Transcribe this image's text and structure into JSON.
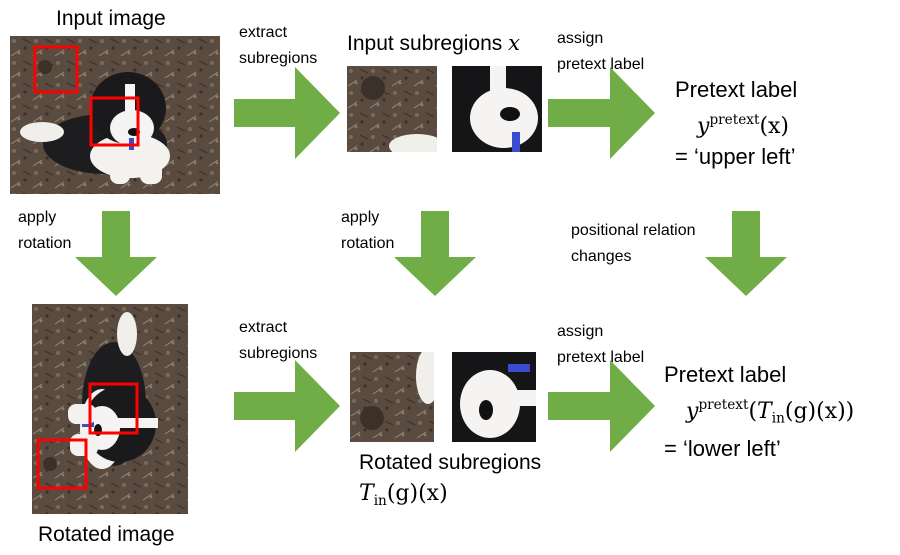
{
  "input_image": {
    "caption": "Input image"
  },
  "rotated_image": {
    "caption": "Rotated image"
  },
  "steps": {
    "extract_top": [
      "extract",
      "subregions"
    ],
    "assign_top": [
      "assign",
      "pretext label"
    ],
    "apply_left": [
      "apply",
      "rotation"
    ],
    "apply_mid": [
      "apply",
      "rotation"
    ],
    "positional": [
      "positional relation",
      "changes"
    ],
    "extract_bottom": [
      "extract",
      "subregions"
    ],
    "assign_bottom": [
      "assign",
      "pretext label"
    ]
  },
  "input_subregions": {
    "label": "Input subregions",
    "symbol": "x"
  },
  "rotated_subregions": {
    "label": "Rotated subregions",
    "formula": {
      "T": "T",
      "sub": "in",
      "rest": "(g)(x)"
    }
  },
  "pretext_top": {
    "title": "Pretext label",
    "y": "y",
    "sup": "pretext",
    "arg": "(x)",
    "value": "= ‘upper left’"
  },
  "pretext_bottom": {
    "title": "Pretext label",
    "y": "y",
    "sup": "pretext",
    "open": "(",
    "T": "T",
    "sub": "in",
    "arg": "(g)(x))",
    "value": "= ‘lower left’"
  },
  "colors": {
    "arrow": "#70ad47",
    "highlight": "#ff0000"
  }
}
